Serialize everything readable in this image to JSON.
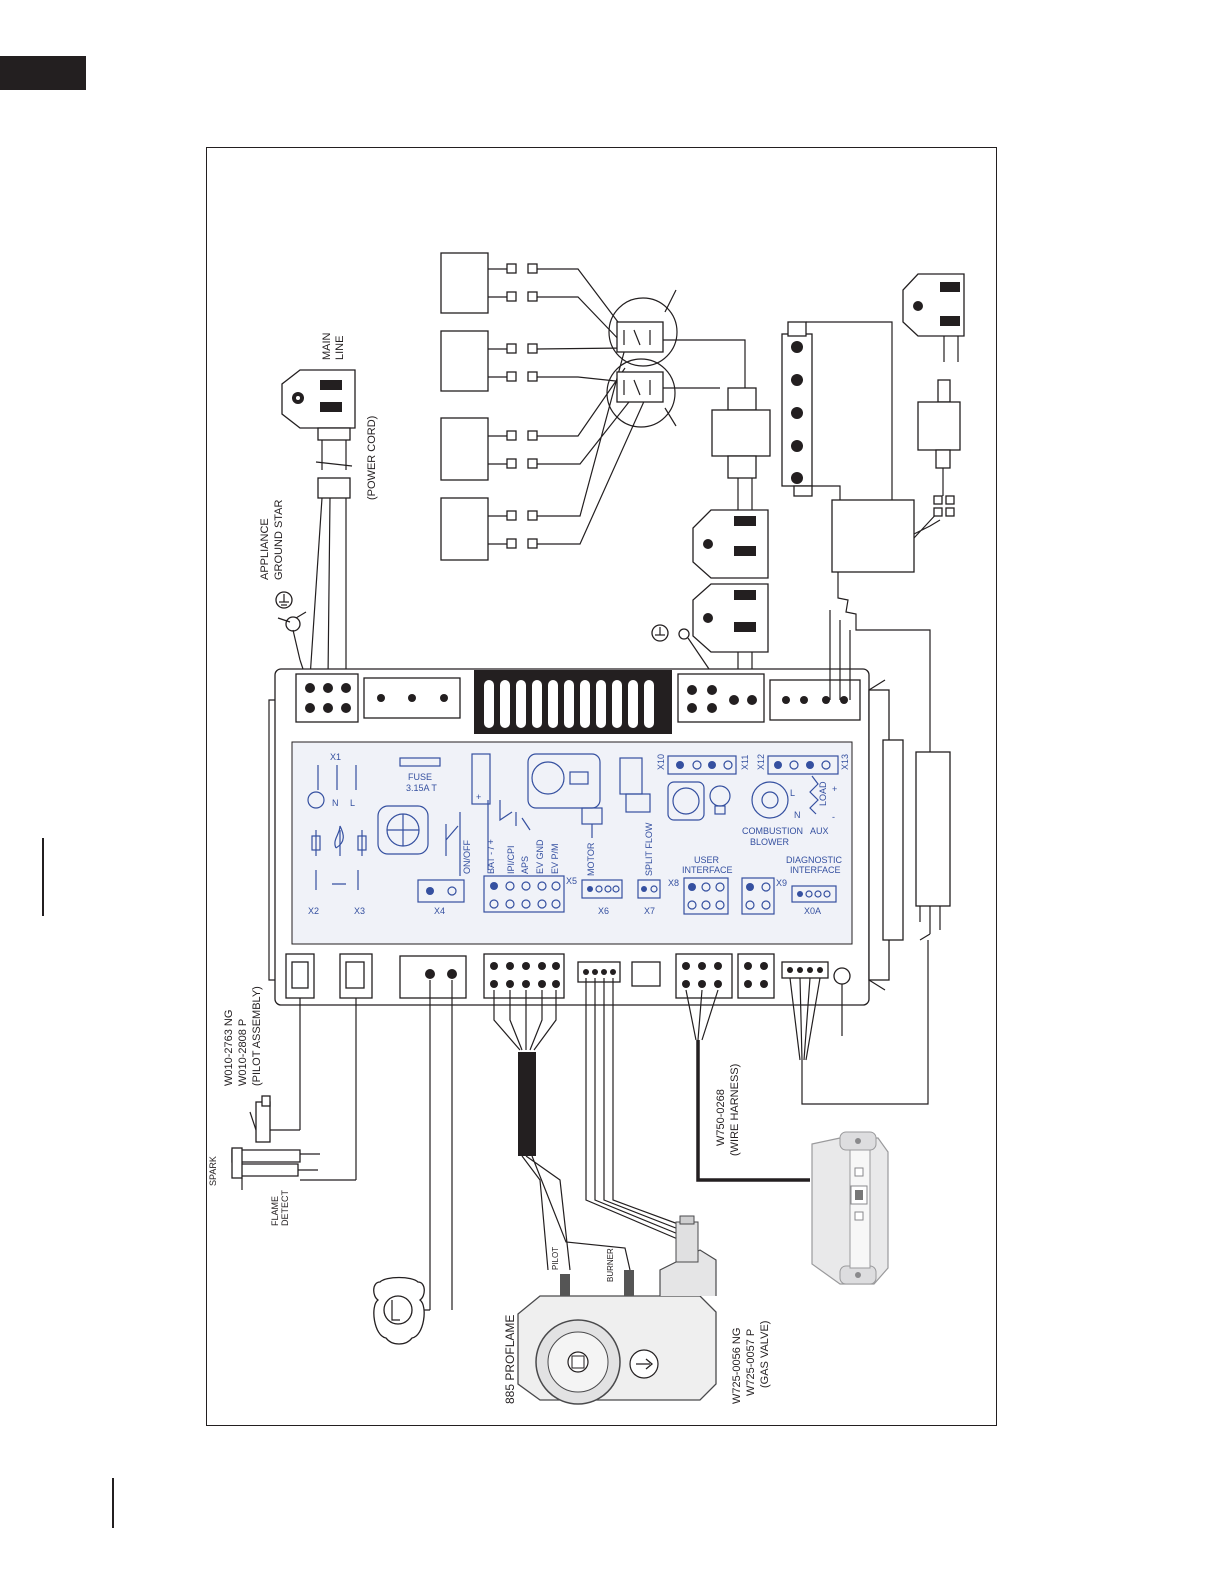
{
  "colors": {
    "ink": "#231f20",
    "board_blue": "#3550a0",
    "panel_fill": "#f0f2f8"
  },
  "labels": {
    "main_line": [
      "MAIN",
      "LINE"
    ],
    "power_cord": "(POWER CORD)",
    "ground_star": [
      "APPLIANCE",
      "GROUND STAR"
    ],
    "pilot_assembly": [
      "W010-2763 NG",
      "W010-2808 P",
      "(PILOT ASSEMBLY)"
    ],
    "spark": "SPARK",
    "flame_detect": [
      "FLAME",
      "DETECT"
    ],
    "wire_harness": [
      "W750-0268",
      "(WIRE HARNESS)"
    ],
    "valve_name": "885 PROFLAME",
    "gas_valve": [
      "W725-0056 NG",
      "W725-0057 P",
      "(GAS VALVE)"
    ],
    "pilot": "PILOT",
    "burner": "BURNER"
  },
  "board": {
    "x1": "X1",
    "n": "N",
    "l": "L",
    "fuse": "FUSE",
    "fuse_rating": "3.15A T",
    "x10": "X10",
    "x11": "X11",
    "x12": "X12",
    "x13": "X13",
    "load": "LOAD",
    "combustion_blower": [
      "COMBUSTION",
      "BLOWER"
    ],
    "aux": "AUX",
    "on_off": "ON/OFF",
    "bat": "BAT - / +",
    "ipi_cpi": "IPI/CPI",
    "aps": "APS",
    "ev_gnd": "EV GND",
    "ev_pm": "EV P/M",
    "motor": "MOTOR",
    "split_flow": "SPLIT FLOW",
    "user_interface": [
      "USER",
      "INTERFACE"
    ],
    "diagnostic_interface": [
      "DIAGNOSTIC",
      "INTERFACE"
    ],
    "x2": "X2",
    "x3": "X3",
    "x4": "X4",
    "x5": "X5",
    "x6": "X6",
    "x7": "X7",
    "x8": "X8",
    "x9": "X9",
    "x0a": "X0A"
  }
}
